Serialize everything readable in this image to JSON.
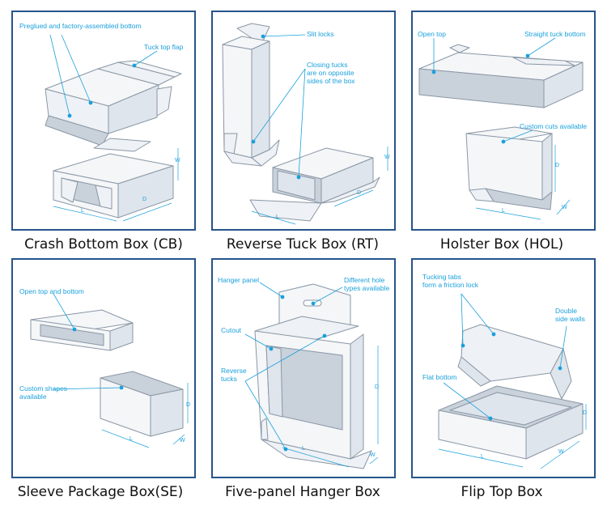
{
  "panels": [
    {
      "caption": "Crash Bottom Box (CB)",
      "callouts": [
        "Preglued and factory-assembled bottom",
        "Tuck top flap"
      ],
      "dims": [
        "W",
        "D",
        "L"
      ]
    },
    {
      "caption": "Reverse Tuck Box (RT)",
      "callouts": [
        "Slit locks",
        "Closing tucks",
        "are on opposite",
        "sides of the box"
      ],
      "dims": [
        "W",
        "D",
        "L"
      ]
    },
    {
      "caption": "Holster Box (HOL)",
      "callouts": [
        "Open top",
        "Straight tuck bottom",
        "Custom cuts available"
      ],
      "dims": [
        "D",
        "W",
        "L"
      ]
    },
    {
      "caption": "Sleeve Package Box(SE)",
      "callouts": [
        "Open top and bottom",
        "Custom shapes",
        "available"
      ],
      "dims": [
        "D",
        "W",
        "L"
      ]
    },
    {
      "caption": "Five-panel Hanger Box",
      "callouts": [
        "Hanger panel",
        "Different hole",
        "types available",
        "Cutout",
        "Reverse",
        "tucks"
      ],
      "dims": [
        "D",
        "W",
        "L"
      ]
    },
    {
      "caption": "Flip Top Box",
      "callouts": [
        "Tucking tabs",
        "form a friction lock",
        "Double",
        "side walls",
        "Flat bottom"
      ],
      "dims": [
        "D",
        "W",
        "L"
      ]
    }
  ],
  "colors": {
    "frame": "#27548a",
    "accent": "#1aa0dc",
    "box_front": "#f4f6f8",
    "box_side": "#dfe5ec",
    "box_inner": "#c9d1da",
    "outline": "#8a97a6"
  }
}
